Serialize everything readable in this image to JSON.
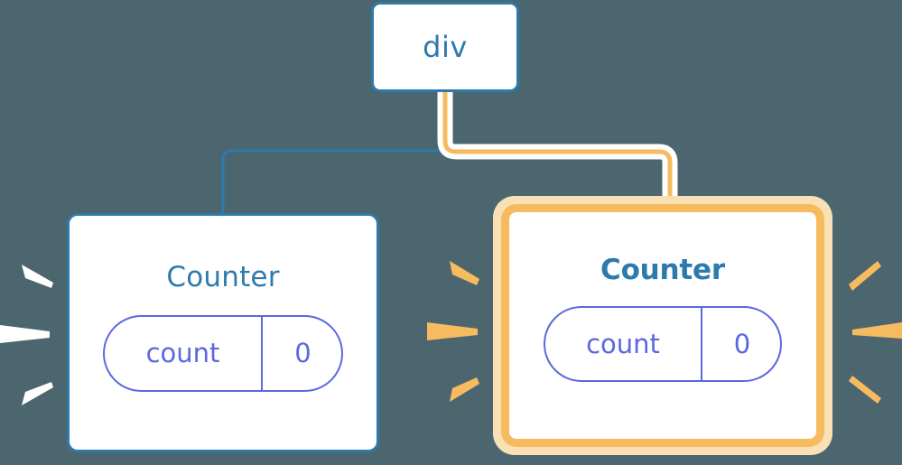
{
  "diagram": {
    "title": "component-tree-rerender",
    "background_color": "#4c6670",
    "root": {
      "label": "div",
      "border_color": "#2d7aad"
    },
    "nodes": [
      {
        "id": "left",
        "title": "Counter",
        "highlighted": false,
        "title_color": "#2d7aad",
        "border_color": "#2d7aad",
        "state": {
          "key": "count",
          "value": "0",
          "color": "#5b68e0"
        },
        "burst_color": "#ffffff"
      },
      {
        "id": "right",
        "title": "Counter",
        "highlighted": true,
        "title_color": "#2d7aad",
        "border_color": "#f7bb5f",
        "glow_color": "#fae0b5",
        "state": {
          "key": "count",
          "value": "0",
          "color": "#5b68e0"
        },
        "burst_color": "#f7bb5f"
      }
    ],
    "connectors": [
      {
        "id": "edge-to-left",
        "color": "#2d7aad",
        "highlighted": false
      },
      {
        "id": "edge-to-right",
        "color": "#f7bb5f",
        "halo_color": "#ffffff",
        "highlighted": true
      }
    ],
    "bursts": [
      {
        "id": "burst-left-outer",
        "color": "#ffffff",
        "direction": "right"
      },
      {
        "id": "burst-left-inner",
        "color": "#f7bb5f",
        "direction": "right"
      },
      {
        "id": "burst-right-inner",
        "color": "#f7bb5f",
        "direction": "left"
      }
    ]
  }
}
